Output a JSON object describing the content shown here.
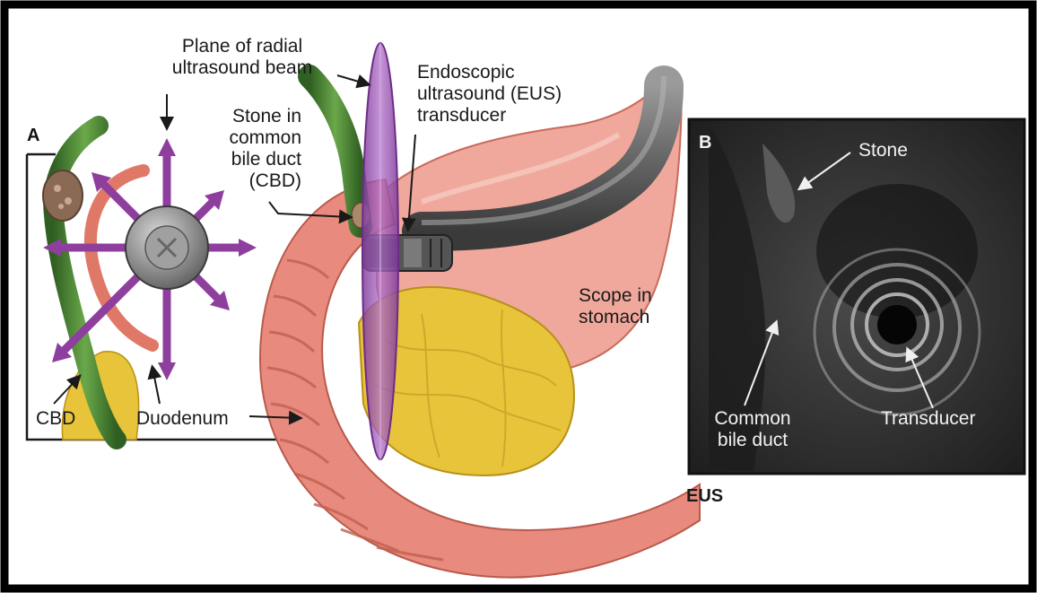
{
  "panels": {
    "a_letter": "A",
    "b_letter": "B"
  },
  "labels": {
    "plane_line1": "Plane of radial",
    "plane_line2": "ultrasound beam",
    "eus_line1": "Endoscopic",
    "eus_line2": "ultrasound (EUS)",
    "eus_line3": "transducer",
    "stone_line1": "Stone in",
    "stone_line2": "common",
    "stone_line3": "bile duct",
    "stone_line4": "(CBD)",
    "scope_line1": "Scope in",
    "scope_line2": "stomach",
    "cbd": "CBD",
    "duodenum": "Duodenum"
  },
  "eus_image": {
    "stone": "Stone",
    "cbd_line1": "Common",
    "cbd_line2": "bile duct",
    "transducer": "Transducer",
    "caption": "EUS"
  },
  "colors": {
    "beam": "#9a4fb2",
    "bile_duct": "#3f7f2e",
    "tissue": "#e88a7d",
    "pancreas": "#e8c43a",
    "scope": "#7a7a7a",
    "ultrasound_bg": "#2a2a2a"
  }
}
